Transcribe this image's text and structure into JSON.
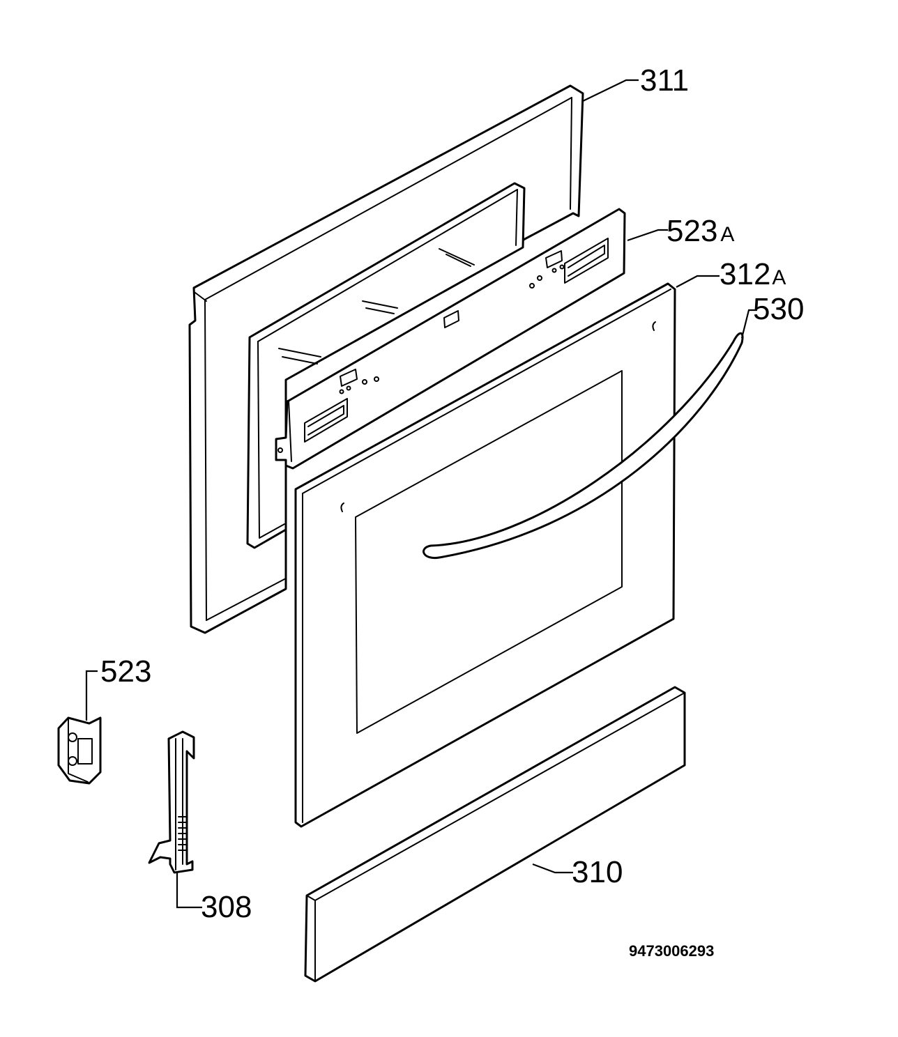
{
  "labels": {
    "p311": "311",
    "p523a_num": "523",
    "p523a_suffix": "A",
    "p312a_num": "312",
    "p312a_suffix": "A",
    "p530": "530",
    "p523": "523",
    "p308": "308",
    "p310": "310"
  },
  "drawing_code": "9473006293"
}
